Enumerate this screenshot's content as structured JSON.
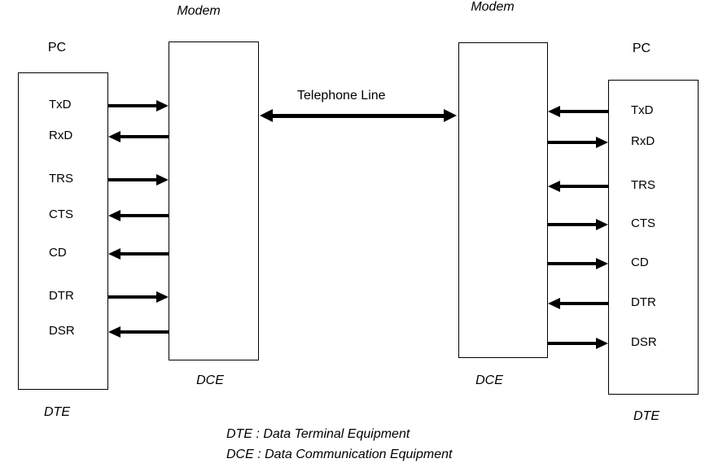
{
  "left_unit": {
    "modem_title": "Modem",
    "pc_title": "PC",
    "dte_label": "DTE",
    "dce_label": "DCE",
    "signals": [
      {
        "name": "TxD",
        "direction": "right"
      },
      {
        "name": "RxD",
        "direction": "left"
      },
      {
        "name": "TRS",
        "direction": "right"
      },
      {
        "name": "CTS",
        "direction": "left"
      },
      {
        "name": "CD",
        "direction": "left"
      },
      {
        "name": "DTR",
        "direction": "right"
      },
      {
        "name": "DSR",
        "direction": "left"
      }
    ]
  },
  "right_unit": {
    "modem_title": "Modem",
    "pc_title": "PC",
    "dte_label": "DTE",
    "dce_label": "DCE",
    "signals": [
      {
        "name": "TxD",
        "direction": "left"
      },
      {
        "name": "RxD",
        "direction": "right"
      },
      {
        "name": "TRS",
        "direction": "left"
      },
      {
        "name": "CTS",
        "direction": "right"
      },
      {
        "name": "CD",
        "direction": "right"
      },
      {
        "name": "DTR",
        "direction": "left"
      },
      {
        "name": "DSR",
        "direction": "right"
      }
    ]
  },
  "center": {
    "telephone_line_label": "Telephone Line"
  },
  "legend": {
    "line1": "DTE : Data Terminal Equipment",
    "line2": "DCE : Data Communication Equipment"
  },
  "colors": {
    "background": "#ffffff",
    "line": "#000000",
    "text": "#000000"
  }
}
